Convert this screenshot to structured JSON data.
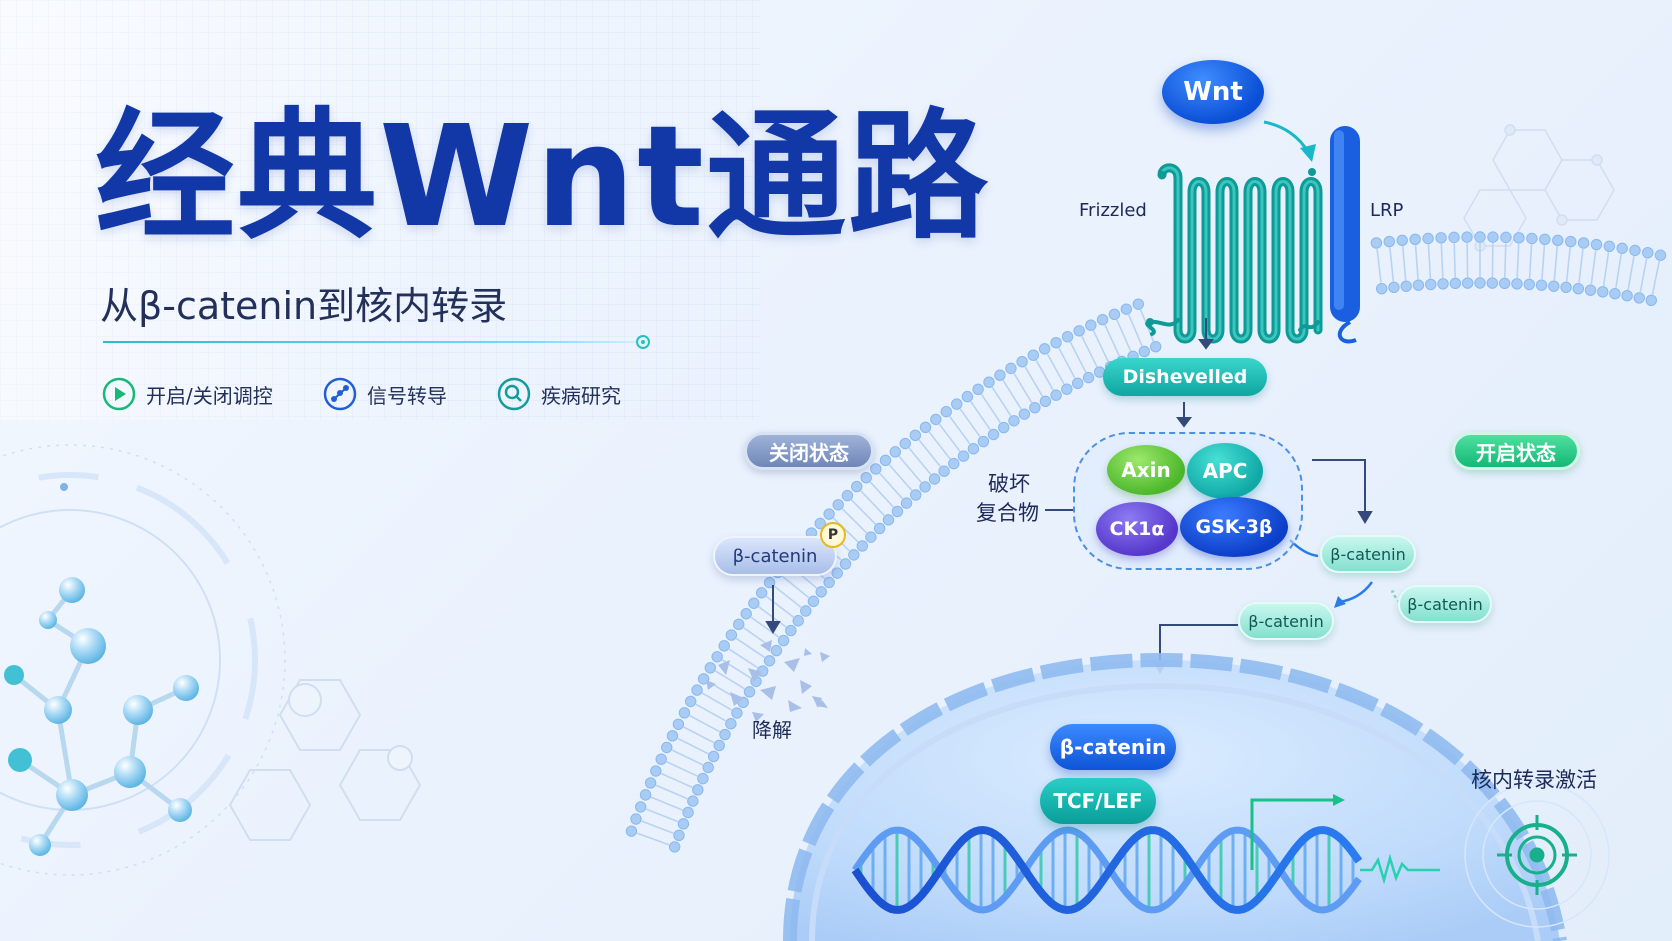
{
  "header": {
    "title": "经典Wnt通路",
    "subtitle": "从β-catenin到核内转录"
  },
  "features": [
    {
      "label": "开启/关闭调控",
      "icon": "play-icon"
    },
    {
      "label": "信号转导",
      "icon": "signal-icon"
    },
    {
      "label": "疾病研究",
      "icon": "search-icon"
    }
  ],
  "diagram": {
    "ligand": "Wnt",
    "receptors": {
      "frizzled": "Frizzled",
      "lrp": "LRP"
    },
    "dishevelled": "Dishevelled",
    "complex_label": [
      "破坏",
      "复合物"
    ],
    "complex_members": {
      "axin": "Axin",
      "apc": "APC",
      "ck1": "CK1α",
      "gsk": "GSK-3β"
    },
    "off_state": {
      "label": "关闭状态",
      "protein": "β-catenin",
      "phospho": "P",
      "fate": "降解"
    },
    "on_state": {
      "label": "开启状态",
      "free_proteins": [
        "β-catenin",
        "β-catenin",
        "β-catenin"
      ]
    },
    "nucleus": {
      "beta_catenin": "β-catenin",
      "tcf": "TCF/LEF",
      "activation_label": "核内转录激活"
    }
  },
  "colors": {
    "title": "#1238a8",
    "teal": "#14a9a4",
    "green": "#18b877",
    "blue": "#0c4fd6",
    "membrane": "#b5d4f6"
  }
}
